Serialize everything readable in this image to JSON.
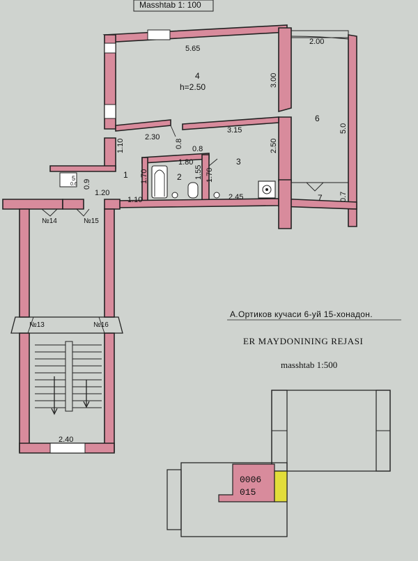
{
  "header": {
    "scale_top": "Masshtab 1: 100"
  },
  "plan": {
    "dims": {
      "d565": "5.65",
      "d200": "2.00",
      "d300": "3.00",
      "d50": "5.0",
      "d230": "2.30",
      "d315": "3.15",
      "d110a": "1.10",
      "d08a": "0.8",
      "d08b": "0.8",
      "d250": "2.50",
      "d180": "1.80",
      "d170a": "1.70",
      "d155": "1.55",
      "d170b": "1.70",
      "d09": "0.9",
      "d120": "1.20",
      "d110b": "1.10",
      "d245": "2.45",
      "d07": "0.7",
      "d240": "2.40",
      "d5": "5",
      "d06": "0.6"
    },
    "rooms": {
      "r4": "4",
      "r4h": "h=2.50",
      "r6": "6",
      "r3": "3",
      "r1": "1",
      "r2": "2",
      "r7": "7"
    },
    "apartments": {
      "a14": "№14",
      "a15": "№15",
      "a13": "№13",
      "a16": "№16"
    }
  },
  "address": "А.Ортиков кучаси 6-уй 15-хонадон.",
  "title": "ER MAYDONINING REJASI",
  "scale": "masshtab 1:500",
  "parcel": {
    "code1": "0006",
    "code2": "015"
  }
}
